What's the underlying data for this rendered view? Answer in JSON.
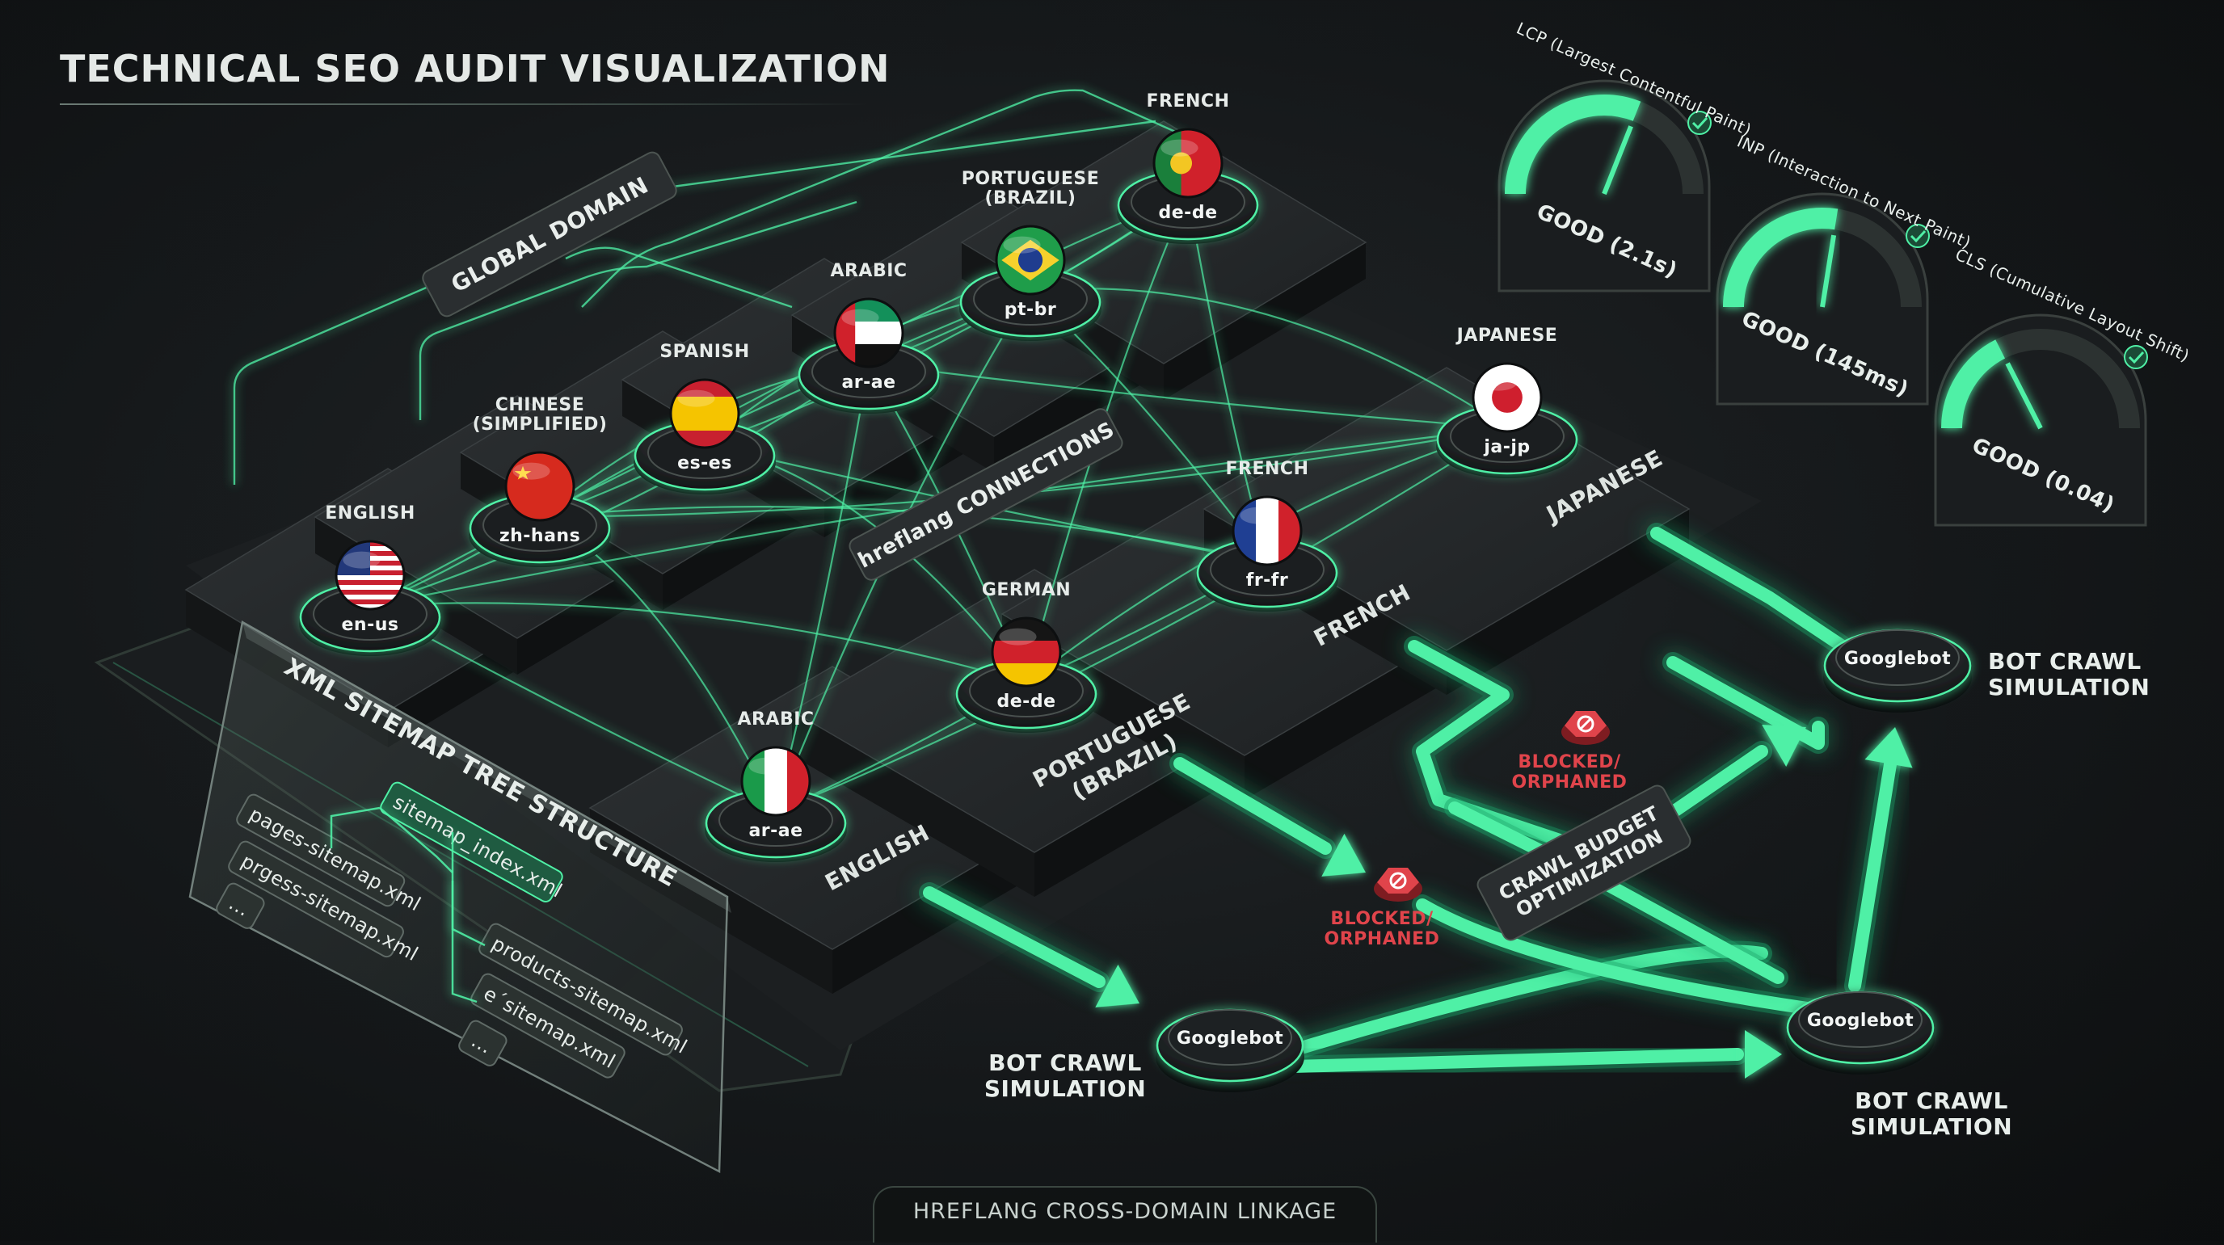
{
  "title": "TECHNICAL SEO AUDIT VISUALIZATION",
  "footer": "HREFLANG CROSS-DOMAIN LINKAGE",
  "global_domain": "GLOBAL DOMAIN",
  "hreflang_connections": "hreflang CONNECTIONS",
  "crawl_budget": [
    "CRAWL BUDGET",
    "OPTIMIZATION"
  ],
  "top_nodes": [
    {
      "lang": [
        "ENGLISH"
      ],
      "code": "en-us",
      "flag": "us"
    },
    {
      "lang": [
        "CHINESE",
        "(SIMPLIFIED)"
      ],
      "code": "zh-hans",
      "flag": "cn"
    },
    {
      "lang": [
        "SPANISH"
      ],
      "code": "es-es",
      "flag": "es"
    },
    {
      "lang": [
        "ARABIC"
      ],
      "code": "ar-ae",
      "flag": "ae"
    },
    {
      "lang": [
        "PORTUGUESE",
        "(BRAZIL)"
      ],
      "code": "pt-br",
      "flag": "br"
    },
    {
      "lang": [
        "FRENCH"
      ],
      "code": "de-de",
      "flag": "pt"
    }
  ],
  "bottom_nodes": [
    {
      "lang": [
        "ARABIC"
      ],
      "code": "ar-ae",
      "flag": "it"
    },
    {
      "lang": [
        "GERMAN"
      ],
      "code": "de-de",
      "flag": "de"
    },
    {
      "lang": [
        "FRENCH"
      ],
      "code": "fr-fr",
      "flag": "fr"
    },
    {
      "lang": [
        "JAPANESE"
      ],
      "code": "ja-jp",
      "flag": "jp"
    }
  ],
  "bottom_slabs": [
    "ENGLISH",
    "PORTUGUESE\n(BRAZIL)",
    "FRENCH",
    "JAPANESE"
  ],
  "sitemap": {
    "title": "XML SITEMAP TREE STRUCTURE",
    "root": "sitemap_index.xml",
    "left": [
      "pages-sitemap.xml",
      "prgess-sitemap.xml",
      "..."
    ],
    "right": [
      "products-sitemap.xml",
      "e´sitemap.xml",
      "..."
    ]
  },
  "googlebot_label": "Googlebot",
  "bot_crawl": [
    "BOT CRAWL",
    "SIMULATION"
  ],
  "blocked": [
    "BLOCKED/",
    "ORPHANED"
  ],
  "gauges": [
    {
      "title": "LCP (Largest Contentful Paint)",
      "reading": "GOOD (2.1s)",
      "value": 0.62
    },
    {
      "title": "INP (Interaction to Next Paint)",
      "reading": "GOOD (145ms)",
      "value": 0.55
    },
    {
      "title": "CLS (Cumulative Layout Shift)",
      "reading": "GOOD (0.04)",
      "value": 0.35
    }
  ],
  "colors": {
    "accent": "#4ff0a6",
    "accent_dark": "#1aa46a",
    "blocked": "#e0444b",
    "slab": "#26292b"
  }
}
